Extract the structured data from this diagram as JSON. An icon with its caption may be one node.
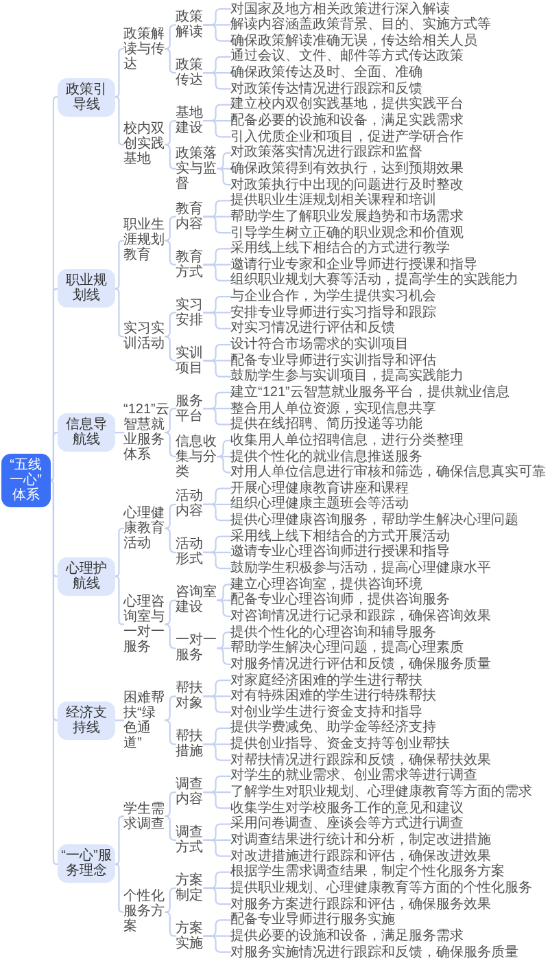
{
  "diagram": {
    "nodes": [
      {
        "text": [
          "“五线一心”体系"
        ]
      },
      {
        "text": [
          "政策引导线"
        ]
      },
      {
        "text": [
          "政策解读与传达"
        ]
      },
      {
        "text": [
          "政策解读"
        ]
      },
      {
        "text": [
          "对国家及地方相关政策进行深入解读"
        ]
      },
      {
        "text": [
          "解读内容涵盖政策背景、目的、实施方式等"
        ]
      },
      {
        "text": [
          "确保政策解读准确无误，传达给相关人员"
        ]
      },
      {
        "text": [
          "政策传达"
        ]
      },
      {
        "text": [
          "通过会议、文件、邮件等方式传达政策"
        ]
      },
      {
        "text": [
          "确保政策传达及时、全面、准确"
        ]
      },
      {
        "text": [
          "对政策传达情况进行跟踪和反馈"
        ]
      },
      {
        "text": [
          "校内双创实践基地"
        ]
      },
      {
        "text": [
          "基地建设"
        ]
      },
      {
        "text": [
          "建立校内双创实践基地，提供实践平台"
        ]
      },
      {
        "text": [
          "配备必要的设施和设备，满足实践需求"
        ]
      },
      {
        "text": [
          "引入优质企业和项目，促进产学研合作"
        ]
      },
      {
        "text": [
          "政策落实与监督"
        ]
      },
      {
        "text": [
          "对政策落实情况进行跟踪和监督"
        ]
      },
      {
        "text": [
          "确保政策得到有效执行，达到预期效果"
        ]
      },
      {
        "text": [
          "对政策执行中出现的问题进行及时整改"
        ]
      },
      {
        "text": [
          "职业规划线"
        ]
      },
      {
        "text": [
          "职业生涯规划教育"
        ]
      },
      {
        "text": [
          "教育内容"
        ]
      },
      {
        "text": [
          "提供职业生涯规划相关课程和培训"
        ]
      },
      {
        "text": [
          "帮助学生了解职业发展趋势和市场需求"
        ]
      },
      {
        "text": [
          "引导学生树立正确的职业观念和价值观"
        ]
      },
      {
        "text": [
          "教育方式"
        ]
      },
      {
        "text": [
          "采用线上线下相结合的方式进行教学"
        ]
      },
      {
        "text": [
          "邀请行业专家和企业导师进行授课和指导"
        ]
      },
      {
        "text": [
          "组织职业规划大赛等活动，提高学生的实践能力"
        ]
      },
      {
        "text": [
          "实习实训活动"
        ]
      },
      {
        "text": [
          "实习安排"
        ]
      },
      {
        "text": [
          "与企业合作，为学生提供实习机会"
        ]
      },
      {
        "text": [
          "安排专业导师进行实习指导和跟踪"
        ]
      },
      {
        "text": [
          "对实习情况进行评估和反馈"
        ]
      },
      {
        "text": [
          "实训项目"
        ]
      },
      {
        "text": [
          "设计符合市场需求的实训项目"
        ]
      },
      {
        "text": [
          "配备专业导师进行实训指导和评估"
        ]
      },
      {
        "text": [
          "鼓励学生参与实训项目，提高实践能力"
        ]
      },
      {
        "text": [
          "信息导航线"
        ]
      },
      {
        "text": [
          "“121”云智慧就业服务体系"
        ]
      },
      {
        "text": [
          "服务平台"
        ]
      },
      {
        "text": [
          "建立“121”云智慧就业服务平台，提供就业信息"
        ]
      },
      {
        "text": [
          "整合用人单位资源，实现信息共享"
        ]
      },
      {
        "text": [
          "提供在线招聘、简历投递等功能"
        ]
      },
      {
        "text": [
          "信息收集与分类"
        ]
      },
      {
        "text": [
          "收集用人单位招聘信息，进行分类整理"
        ]
      },
      {
        "text": [
          "提供个性化的就业信息推送服务"
        ]
      },
      {
        "text": [
          "对用人单位信息进行审核和筛选，确保信息真实可靠"
        ]
      },
      {
        "text": [
          "心理护航线"
        ]
      },
      {
        "text": [
          "心理健康教育活动"
        ]
      },
      {
        "text": [
          "活动内容"
        ]
      },
      {
        "text": [
          "开展心理健康教育讲座和课程"
        ]
      },
      {
        "text": [
          "组织心理健康主题班会等活动"
        ]
      },
      {
        "text": [
          "提供心理健康咨询服务，帮助学生解决心理问题"
        ]
      },
      {
        "text": [
          "活动形式"
        ]
      },
      {
        "text": [
          "采用线上线下相结合的方式开展活动"
        ]
      },
      {
        "text": [
          "邀请专业心理咨询师进行授课和指导"
        ]
      },
      {
        "text": [
          "鼓励学生积极参与活动，提高心理健康水平"
        ]
      },
      {
        "text": [
          "心理咨询室与一对一服务"
        ]
      },
      {
        "text": [
          "咨询室建设"
        ]
      },
      {
        "text": [
          "建立心理咨询室，提供咨询环境"
        ]
      },
      {
        "text": [
          "配备专业心理咨询师，提供咨询服务"
        ]
      },
      {
        "text": [
          "对咨询情况进行记录和跟踪，确保咨询效果"
        ]
      },
      {
        "text": [
          "一对一服务"
        ]
      },
      {
        "text": [
          "提供个性化的心理咨询和辅导服务"
        ]
      },
      {
        "text": [
          "帮助学生解决心理问题，提高心理素质"
        ]
      },
      {
        "text": [
          "对服务情况进行评估和反馈，确保服务质量"
        ]
      },
      {
        "text": [
          "经济支持线"
        ]
      },
      {
        "text": [
          "困难帮扶“绿色通道”"
        ]
      },
      {
        "text": [
          "帮扶对象"
        ]
      },
      {
        "text": [
          "对家庭经济困难的学生进行帮扶"
        ]
      },
      {
        "text": [
          "对有特殊困难的学生进行特殊帮扶"
        ]
      },
      {
        "text": [
          "对创业学生进行资金支持和指导"
        ]
      },
      {
        "text": [
          "帮扶措施"
        ]
      },
      {
        "text": [
          "提供学费减免、助学金等经济支持"
        ]
      },
      {
        "text": [
          "提供创业指导、资金支持等创业帮扶"
        ]
      },
      {
        "text": [
          "对帮扶情况进行跟踪和反馈，确保帮扶效果"
        ]
      },
      {
        "text": [
          "“一心”服务理念"
        ]
      },
      {
        "text": [
          "学生需求调查"
        ]
      },
      {
        "text": [
          "调查内容"
        ]
      },
      {
        "text": [
          "对学生的就业需求、创业需求等进行调查"
        ]
      },
      {
        "text": [
          "了解学生对职业规划、心理健康教育等方面的需求"
        ]
      },
      {
        "text": [
          "收集学生对学校服务工作的意见和建议"
        ]
      },
      {
        "text": [
          "调查方式"
        ]
      },
      {
        "text": [
          "采用问卷调查、座谈会等方式进行调查"
        ]
      },
      {
        "text": [
          "对调查结果进行统计和分析，制定改进措施"
        ]
      },
      {
        "text": [
          "对改进措施进行跟踪和评估，确保改进效果"
        ]
      },
      {
        "text": [
          "个性化服务方案"
        ]
      },
      {
        "text": [
          "方案制定"
        ]
      },
      {
        "text": [
          "根据学生需求调查结果，制定个性化服务方案"
        ]
      },
      {
        "text": [
          "提供职业规划、心理健康教育等方面的个性化服务"
        ]
      },
      {
        "text": [
          "对服务方案进行跟踪和评估，确保服务效果"
        ]
      },
      {
        "text": [
          "方案实施"
        ]
      },
      {
        "text": [
          "配备专业导师进行服务实施"
        ]
      },
      {
        "text": [
          "提供必要的设施和设备，满足服务需求"
        ]
      },
      {
        "text": [
          "对服务实施情况进行跟踪和反馈，确保服务质量"
        ]
      }
    ],
    "edges": [
      {
        "from": 0,
        "to": 1,
        "arrow": "none"
      },
      {
        "from": 0,
        "to": 20,
        "arrow": "none"
      },
      {
        "from": 0,
        "to": 39,
        "arrow": "none"
      },
      {
        "from": 0,
        "to": 49,
        "arrow": "none"
      },
      {
        "from": 0,
        "to": 68,
        "arrow": "none"
      },
      {
        "from": 0,
        "to": 78,
        "arrow": "none"
      },
      {
        "from": 1,
        "to": 2,
        "arrow": "none"
      },
      {
        "from": 1,
        "to": 11,
        "arrow": "none"
      },
      {
        "from": 2,
        "to": 3,
        "arrow": "none"
      },
      {
        "from": 2,
        "to": 7,
        "arrow": "none"
      },
      {
        "from": 3,
        "to": 4,
        "arrow": "none"
      },
      {
        "from": 3,
        "to": 5,
        "arrow": "none"
      },
      {
        "from": 3,
        "to": 6,
        "arrow": "none"
      },
      {
        "from": 7,
        "to": 8,
        "arrow": "none"
      },
      {
        "from": 7,
        "to": 9,
        "arrow": "none"
      },
      {
        "from": 7,
        "to": 10,
        "arrow": "none"
      },
      {
        "from": 11,
        "to": 12,
        "arrow": "none"
      },
      {
        "from": 11,
        "to": 16,
        "arrow": "none"
      },
      {
        "from": 12,
        "to": 13,
        "arrow": "none"
      },
      {
        "from": 12,
        "to": 14,
        "arrow": "none"
      },
      {
        "from": 12,
        "to": 15,
        "arrow": "none"
      },
      {
        "from": 16,
        "to": 17,
        "arrow": "none"
      },
      {
        "from": 16,
        "to": 18,
        "arrow": "none"
      },
      {
        "from": 16,
        "to": 19,
        "arrow": "none"
      },
      {
        "from": 20,
        "to": 21,
        "arrow": "none"
      },
      {
        "from": 20,
        "to": 30,
        "arrow": "none"
      },
      {
        "from": 21,
        "to": 22,
        "arrow": "none"
      },
      {
        "from": 21,
        "to": 26,
        "arrow": "none"
      },
      {
        "from": 22,
        "to": 23,
        "arrow": "none"
      },
      {
        "from": 22,
        "to": 24,
        "arrow": "none"
      },
      {
        "from": 22,
        "to": 25,
        "arrow": "none"
      },
      {
        "from": 26,
        "to": 27,
        "arrow": "none"
      },
      {
        "from": 26,
        "to": 28,
        "arrow": "none"
      },
      {
        "from": 26,
        "to": 29,
        "arrow": "none"
      },
      {
        "from": 30,
        "to": 31,
        "arrow": "none"
      },
      {
        "from": 30,
        "to": 35,
        "arrow": "none"
      },
      {
        "from": 31,
        "to": 32,
        "arrow": "none"
      },
      {
        "from": 31,
        "to": 33,
        "arrow": "none"
      },
      {
        "from": 31,
        "to": 34,
        "arrow": "none"
      },
      {
        "from": 35,
        "to": 36,
        "arrow": "none"
      },
      {
        "from": 35,
        "to": 37,
        "arrow": "none"
      },
      {
        "from": 35,
        "to": 38,
        "arrow": "none"
      },
      {
        "from": 39,
        "to": 40,
        "arrow": "none"
      },
      {
        "from": 40,
        "to": 41,
        "arrow": "none"
      },
      {
        "from": 40,
        "to": 45,
        "arrow": "none"
      },
      {
        "from": 41,
        "to": 42,
        "arrow": "none"
      },
      {
        "from": 41,
        "to": 43,
        "arrow": "none"
      },
      {
        "from": 41,
        "to": 44,
        "arrow": "none"
      },
      {
        "from": 45,
        "to": 46,
        "arrow": "none"
      },
      {
        "from": 45,
        "to": 47,
        "arrow": "none"
      },
      {
        "from": 45,
        "to": 48,
        "arrow": "none"
      },
      {
        "from": 49,
        "to": 50,
        "arrow": "none"
      },
      {
        "from": 49,
        "to": 59,
        "arrow": "none"
      },
      {
        "from": 50,
        "to": 51,
        "arrow": "none"
      },
      {
        "from": 50,
        "to": 55,
        "arrow": "none"
      },
      {
        "from": 51,
        "to": 52,
        "arrow": "none"
      },
      {
        "from": 51,
        "to": 53,
        "arrow": "none"
      },
      {
        "from": 51,
        "to": 54,
        "arrow": "none"
      },
      {
        "from": 55,
        "to": 56,
        "arrow": "none"
      },
      {
        "from": 55,
        "to": 57,
        "arrow": "none"
      },
      {
        "from": 55,
        "to": 58,
        "arrow": "none"
      },
      {
        "from": 59,
        "to": 60,
        "arrow": "none"
      },
      {
        "from": 59,
        "to": 64,
        "arrow": "none"
      },
      {
        "from": 60,
        "to": 61,
        "arrow": "none"
      },
      {
        "from": 60,
        "to": 62,
        "arrow": "none"
      },
      {
        "from": 60,
        "to": 63,
        "arrow": "none"
      },
      {
        "from": 64,
        "to": 65,
        "arrow": "none"
      },
      {
        "from": 64,
        "to": 66,
        "arrow": "none"
      },
      {
        "from": 64,
        "to": 67,
        "arrow": "none"
      },
      {
        "from": 68,
        "to": 69,
        "arrow": "none"
      },
      {
        "from": 69,
        "to": 70,
        "arrow": "none"
      },
      {
        "from": 69,
        "to": 74,
        "arrow": "none"
      },
      {
        "from": 70,
        "to": 71,
        "arrow": "none"
      },
      {
        "from": 70,
        "to": 72,
        "arrow": "none"
      },
      {
        "from": 70,
        "to": 73,
        "arrow": "none"
      },
      {
        "from": 74,
        "to": 75,
        "arrow": "none"
      },
      {
        "from": 74,
        "to": 76,
        "arrow": "none"
      },
      {
        "from": 74,
        "to": 77,
        "arrow": "none"
      },
      {
        "from": 78,
        "to": 79,
        "arrow": "none"
      },
      {
        "from": 78,
        "to": 88,
        "arrow": "none"
      },
      {
        "from": 79,
        "to": 80,
        "arrow": "none"
      },
      {
        "from": 79,
        "to": 84,
        "arrow": "none"
      },
      {
        "from": 80,
        "to": 81,
        "arrow": "none"
      },
      {
        "from": 80,
        "to": 82,
        "arrow": "none"
      },
      {
        "from": 80,
        "to": 83,
        "arrow": "none"
      },
      {
        "from": 84,
        "to": 85,
        "arrow": "none"
      },
      {
        "from": 84,
        "to": 86,
        "arrow": "none"
      },
      {
        "from": 84,
        "to": 87,
        "arrow": "none"
      },
      {
        "from": 88,
        "to": 89,
        "arrow": "none"
      },
      {
        "from": 88,
        "to": 93,
        "arrow": "none"
      },
      {
        "from": 89,
        "to": 90,
        "arrow": "none"
      },
      {
        "from": 89,
        "to": 91,
        "arrow": "none"
      },
      {
        "from": 89,
        "to": 92,
        "arrow": "none"
      },
      {
        "from": 93,
        "to": 94,
        "arrow": "none"
      },
      {
        "from": 93,
        "to": 95,
        "arrow": "none"
      },
      {
        "from": 93,
        "to": 96,
        "arrow": "none"
      }
    ]
  }
}
